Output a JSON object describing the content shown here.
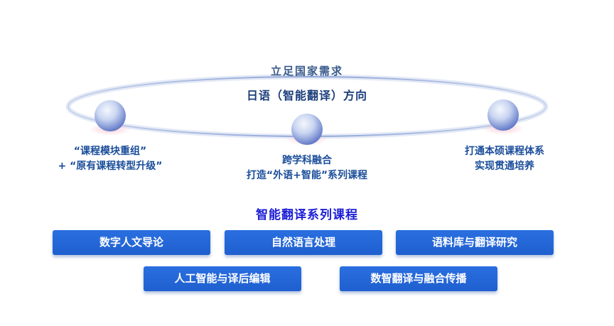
{
  "header": {
    "top_text": "立足国家需求",
    "main_text": "日语（智能翻译）方向"
  },
  "nodes": [
    {
      "line1": "“课程模块重组”",
      "line2": "+ “原有课程转型升级”"
    },
    {
      "line1": "跨学科融合",
      "line2": "打造“外语+智能”系列课程"
    },
    {
      "line1": "打通本硕课程体系",
      "line2": "实现贯通培养"
    }
  ],
  "series": {
    "title": "智能翻译系列课程",
    "courses": [
      "数字人文导论",
      "自然语言处理",
      "语料库与翻译研究",
      "人工智能与译后编辑",
      "数智翻译与融合传播"
    ]
  },
  "colors": {
    "orbit": "#b8c6e6",
    "sphere_core": "#d8e2f6",
    "sphere_edge": "#6f86cf",
    "button": "#2263d6",
    "series_title": "#1c1ed6"
  }
}
